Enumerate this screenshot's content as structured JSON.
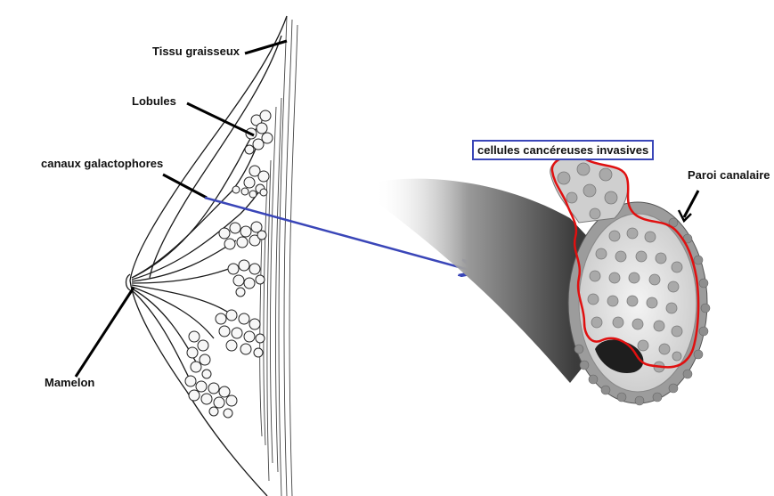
{
  "labels": {
    "fat_tissue": "Tissu graisseux",
    "lobules": "Lobules",
    "milk_ducts": "canaux galactophores",
    "nipple": "Mamelon",
    "invasive_cells": "cellules cancéreuses invasives",
    "duct_wall": "Paroi canalaire"
  },
  "colors": {
    "arrow": "#3a46b8",
    "tumor_outline": "#e01010",
    "box_border": "#3a46b8",
    "line_art": "#1a1a1a"
  }
}
